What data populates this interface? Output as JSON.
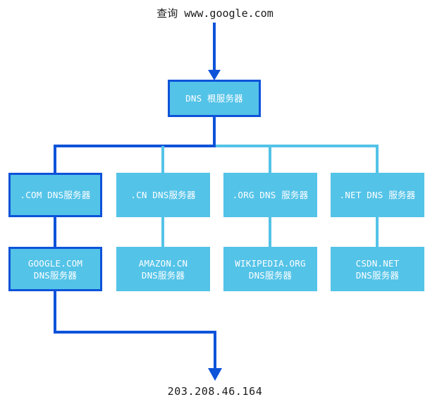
{
  "diagram": {
    "title_query": "查询 www.google.com",
    "result_ip": "203.208.46.164",
    "colors": {
      "node_fill": "#54c3e8",
      "active_path": "#0d53d9",
      "inactive_path": "#54c3e8",
      "node_text": "#ffffff",
      "caption_text": "#1a1a1a",
      "background": "#ffffff"
    },
    "root": {
      "label": "DNS 根服务器",
      "highlighted": true
    },
    "tld_servers": [
      {
        "label": ".COM DNS服务器",
        "highlighted": true
      },
      {
        "label": ".CN DNS服务器",
        "highlighted": false
      },
      {
        "label": ".ORG DNS 服务器",
        "highlighted": false
      },
      {
        "label": ".NET DNS 服务器",
        "highlighted": false
      }
    ],
    "authoritative_servers": [
      {
        "line1": "GOOGLE.COM",
        "line2": "DNS服务器",
        "highlighted": true
      },
      {
        "line1": "AMAZON.CN",
        "line2": "DNS服务器",
        "highlighted": false
      },
      {
        "line1": "WIKIPEDIA.ORG",
        "line2": "DNS服务器",
        "highlighted": false
      },
      {
        "line1": "CSDN.NET",
        "line2": "DNS服务器",
        "highlighted": false
      }
    ]
  }
}
